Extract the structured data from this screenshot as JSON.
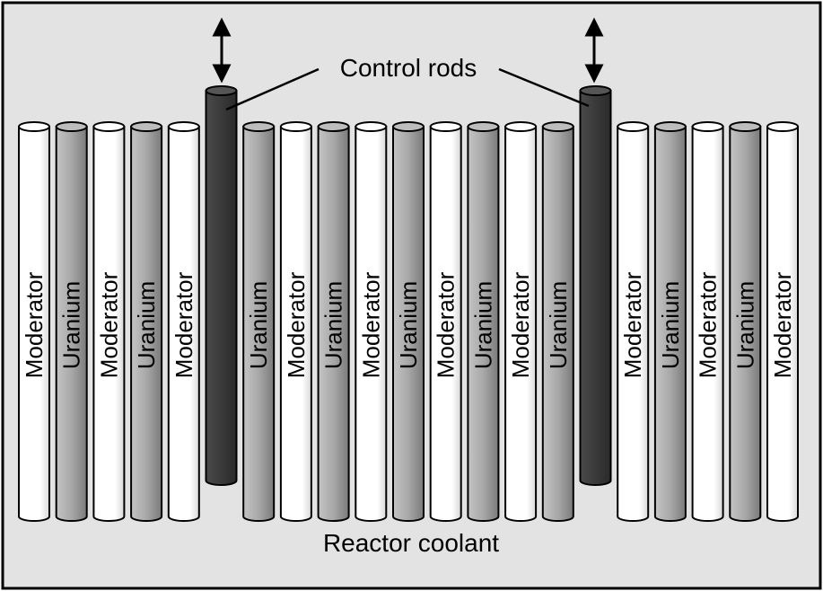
{
  "title_labels": {
    "control_rods": "Control rods",
    "reactor_coolant": "Reactor coolant"
  },
  "colors": {
    "background": "#e3e3e3",
    "frame": "#000000",
    "moderator": "#ffffff",
    "uranium": "#a8a8a8",
    "control_rod": "#383838"
  },
  "rods": [
    {
      "kind": "moderator",
      "label": "Moderator"
    },
    {
      "kind": "uranium",
      "label": "Uranium"
    },
    {
      "kind": "moderator",
      "label": "Moderator"
    },
    {
      "kind": "uranium",
      "label": "Uranium"
    },
    {
      "kind": "moderator",
      "label": "Moderator"
    },
    {
      "kind": "control",
      "label": ""
    },
    {
      "kind": "uranium",
      "label": "Uranium"
    },
    {
      "kind": "moderator",
      "label": "Moderator"
    },
    {
      "kind": "uranium",
      "label": "Uranium"
    },
    {
      "kind": "moderator",
      "label": "Moderator"
    },
    {
      "kind": "uranium",
      "label": "Uranium"
    },
    {
      "kind": "moderator",
      "label": "Moderator"
    },
    {
      "kind": "uranium",
      "label": "Uranium"
    },
    {
      "kind": "moderator",
      "label": "Moderator"
    },
    {
      "kind": "uranium",
      "label": "Uranium"
    },
    {
      "kind": "control",
      "label": ""
    },
    {
      "kind": "moderator",
      "label": "Moderator"
    },
    {
      "kind": "uranium",
      "label": "Uranium"
    },
    {
      "kind": "moderator",
      "label": "Moderator"
    },
    {
      "kind": "uranium",
      "label": "Uranium"
    },
    {
      "kind": "moderator",
      "label": "Moderator"
    }
  ]
}
